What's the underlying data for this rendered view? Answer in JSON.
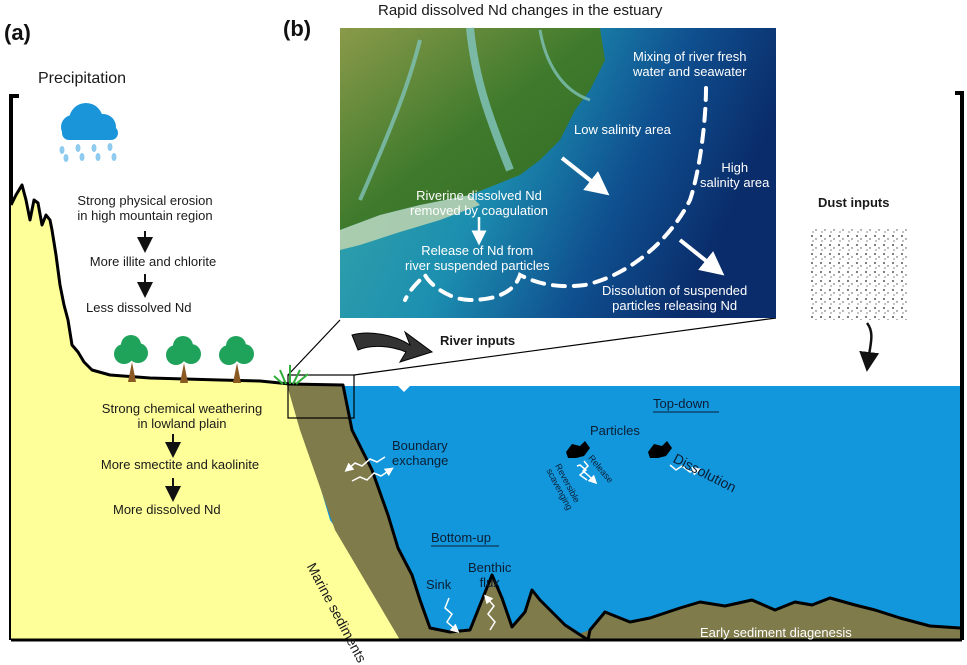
{
  "panels": {
    "a": "(a)",
    "b": "(b)"
  },
  "estuary": {
    "title": "Rapid dissolved Nd changes in the estuary",
    "mixing": [
      "Mixing of river fresh",
      "water and seawater"
    ],
    "low_salinity": "Low salinity area",
    "high_salinity": [
      "High",
      "salinity area"
    ],
    "coagulation": [
      "Riverine dissolved Nd",
      "removed by coagulation"
    ],
    "release": [
      "Release of Nd from",
      "river suspended particles"
    ],
    "dissolution": [
      "Dissolution of suspended",
      "particles releasing Nd"
    ]
  },
  "land": {
    "precipitation": "Precipitation",
    "mountain_chain": [
      "Strong physical erosion",
      "in high mountain region",
      "More illite and chlorite",
      "Less dissolved Nd"
    ],
    "lowland_chain": [
      "Strong chemical weathering",
      "in lowland plain",
      "More smectite and kaolinite",
      "More dissolved Nd"
    ],
    "marine_sediments": "Marine sediments"
  },
  "inputs": {
    "river": "River inputs",
    "dust": "Dust inputs"
  },
  "ocean": {
    "boundary_exchange": [
      "Boundary",
      "exchange"
    ],
    "top_down": "Top-down",
    "particles": "Particles",
    "release": "Release",
    "reversible_scavenging": [
      "Reversible",
      "scavenging"
    ],
    "dissolution": "Dissolution",
    "bottom_up": "Bottom-up",
    "sink": "Sink",
    "benthic_flux": [
      "Benthic",
      "flux"
    ],
    "early_diagenesis": "Early sediment diagenesis"
  },
  "colors": {
    "land": "#ffff99",
    "sediment": "#7f7b4b",
    "ocean": "#1296dc",
    "cloud": "#1a95da",
    "rain": "#8fcbef",
    "tree_canopy": "#1fa25a",
    "tree_trunk": "#8b5a22"
  }
}
